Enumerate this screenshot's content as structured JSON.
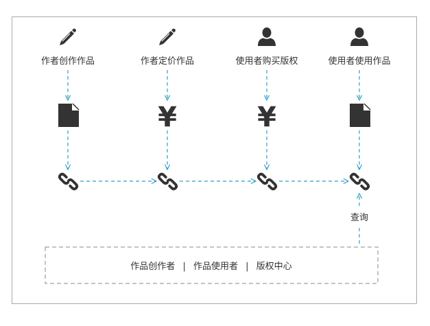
{
  "steps": [
    {
      "top_icon": "pencil-icon",
      "label": "作者创作作品",
      "mid_icon": "document-icon"
    },
    {
      "top_icon": "pencil-icon",
      "label": "作者定价作品",
      "mid_icon": "yen-icon"
    },
    {
      "top_icon": "user-icon",
      "label": "使用者购买版权",
      "mid_icon": "yen-icon"
    },
    {
      "top_icon": "user-icon",
      "label": "使用者使用作品",
      "mid_icon": "document-icon"
    }
  ],
  "chain_icon": "chain-link-icon",
  "yen_symbol": "¥",
  "query_label": "查询",
  "bottom_box": {
    "items": [
      "作品创作者",
      "作品使用者",
      "版权中心"
    ],
    "separator": "|"
  },
  "colors": {
    "arrow": "#2b9fc8",
    "icon": "#333333",
    "frame": "#a9a9a9",
    "dashed_box": "#888888"
  }
}
